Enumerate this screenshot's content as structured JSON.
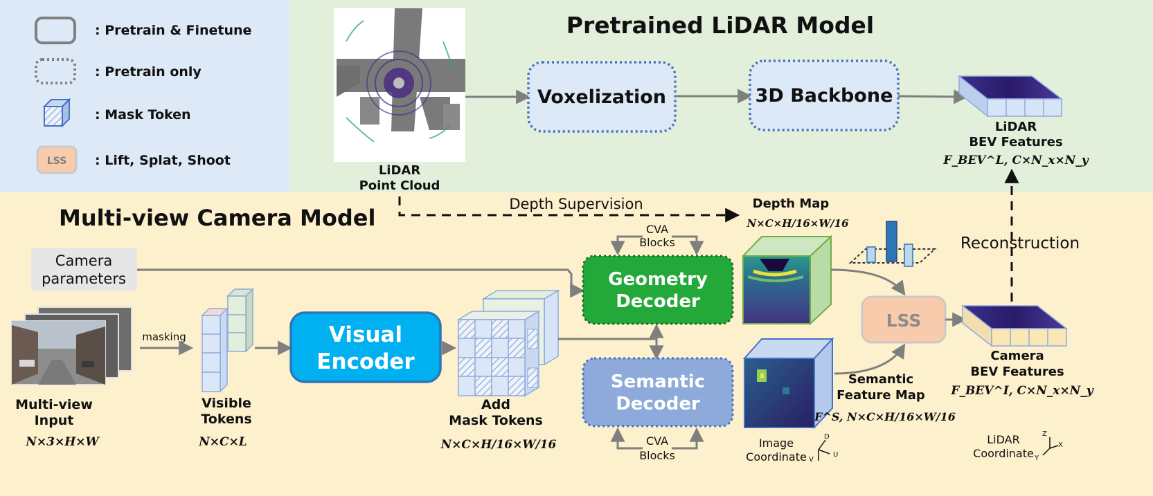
{
  "legend": {
    "pretrain_finetune": ": Pretrain & Finetune",
    "pretrain_only": ": Pretrain only",
    "mask_token": ": Mask Token",
    "lss_box": "LSS",
    "lss_desc": ": Lift, Splat, Shoot"
  },
  "lidar_section": {
    "title": "Pretrained LiDAR Model",
    "point_cloud_line1": "LiDAR",
    "point_cloud_line2": "Point Cloud",
    "voxelization": "Voxelization",
    "backbone": "3D Backbone",
    "bev_line1": "LiDAR",
    "bev_line2": "BEV Features",
    "bev_formula": "F_BEV^L, C×N_x×N_y"
  },
  "camera_section": {
    "title": "Multi-view Camera Model",
    "depth_supervision": "Depth Supervision",
    "camera_params_line1": "Camera",
    "camera_params_line2": "parameters",
    "masking": "masking",
    "input_line1": "Multi-view",
    "input_line2": "Input",
    "input_formula": "N×3×H×W",
    "visible_line1": "Visible",
    "visible_line2": "Tokens",
    "visible_formula": "N×C×L",
    "visual_encoder_line1": "Visual",
    "visual_encoder_line2": "Encoder",
    "mask_tokens_line1": "Add",
    "mask_tokens_line2": "Mask Tokens",
    "mask_tokens_formula": "N×C×H/16×W/16",
    "cva_top_line1": "CVA",
    "cva_top_line2": "Blocks",
    "cva_bottom_line1": "CVA",
    "cva_bottom_line2": "Blocks",
    "geometry_line1": "Geometry",
    "geometry_line2": "Decoder",
    "semantic_line1": "Semantic",
    "semantic_line2": "Decoder",
    "depth_map_title": "Depth Map",
    "depth_map_formula": "N×C×H/16×W/16",
    "semantic_map_line1": "Semantic",
    "semantic_map_line2": "Feature Map",
    "semantic_map_formula": "F^S, N×C×H/16×W/16",
    "lss": "LSS",
    "reconstruction": "Reconstruction",
    "camera_bev_line1": "Camera",
    "camera_bev_line2": "BEV Features",
    "camera_bev_formula": "F_BEV^I, C×N_x×N_y",
    "image_coord_line1": "Image",
    "image_coord_line2": "Coordinate",
    "lidar_coord_line1": "LiDAR",
    "lidar_coord_line2": "Coordinate",
    "axis_d": "D",
    "axis_u": "U",
    "axis_v": "V",
    "axis_z": "Z",
    "axis_x": "X",
    "axis_y": "Y"
  },
  "colors": {
    "legend_bg": "#dde9f6",
    "lidar_bg": "#e2efda",
    "camera_bg": "#fdf0cc",
    "dotted_blue": "#4472c4",
    "visual_encoder": "#00b0f0",
    "geometry_decoder": "#23a93a",
    "semantic_decoder": "#8eaadb",
    "lss_fill": "#f8cbad",
    "token_fill": "#dbe7f6"
  }
}
